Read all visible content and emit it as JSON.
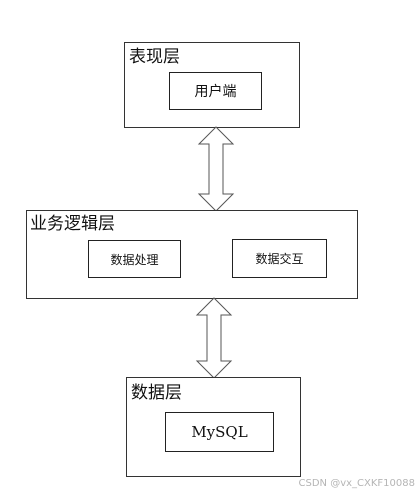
{
  "layers": {
    "presentation": {
      "title": "表现层",
      "components": [
        "用户端"
      ]
    },
    "business": {
      "title": "业务逻辑层",
      "components": [
        "数据处理",
        "数据交互"
      ]
    },
    "data": {
      "title": "数据层",
      "components": [
        "MySQL"
      ]
    }
  },
  "connectors": [
    {
      "from": "表现层",
      "to": "业务逻辑层",
      "style": "double-headed"
    },
    {
      "from": "业务逻辑层",
      "to": "数据层",
      "style": "double-headed"
    }
  ],
  "watermark": "CSDN @vx_CXKF10088",
  "colors": {
    "line": "#333333",
    "background": "#ffffff",
    "watermark": "#b5b5b5"
  }
}
